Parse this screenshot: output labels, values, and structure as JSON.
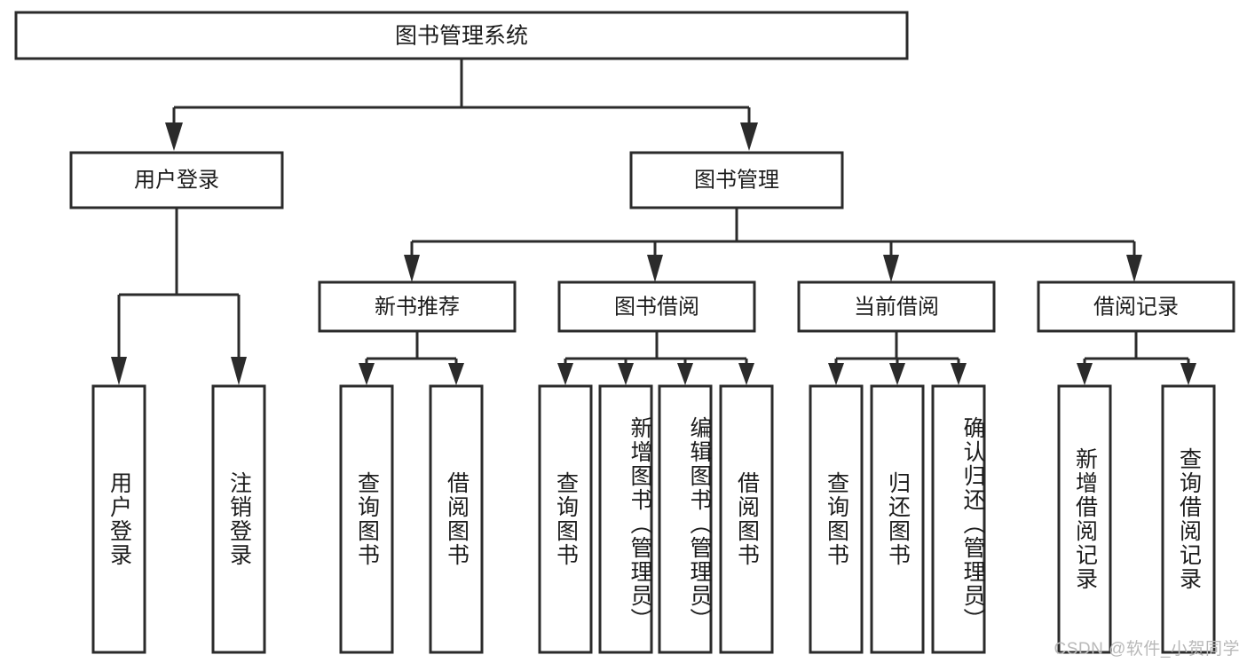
{
  "diagram": {
    "type": "tree",
    "title": "图书管理系统",
    "watermark": "CSDN @软件_小贺同学",
    "colors": {
      "stroke": "#2b2b2b",
      "fill": "#ffffff",
      "text": "#1c1c1c",
      "watermark": "#b9b9b9"
    },
    "root": {
      "label": "图书管理系统"
    },
    "level2": [
      {
        "label": "用户登录"
      },
      {
        "label": "图书管理"
      }
    ],
    "level3": [
      {
        "label": "新书推荐"
      },
      {
        "label": "图书借阅"
      },
      {
        "label": "当前借阅"
      },
      {
        "label": "借阅记录"
      }
    ],
    "leaves": [
      {
        "label": "用户登录",
        "parent": "用户登录"
      },
      {
        "label": "注销登录",
        "parent": "用户登录"
      },
      {
        "label": "查询图书",
        "parent": "新书推荐"
      },
      {
        "label": "借阅图书",
        "parent": "新书推荐"
      },
      {
        "label": "查询图书",
        "parent": "图书借阅"
      },
      {
        "label": "新增图书（管理员）",
        "parent": "图书借阅"
      },
      {
        "label": "编辑图书（管理员）",
        "parent": "图书借阅"
      },
      {
        "label": "借阅图书",
        "parent": "图书借阅"
      },
      {
        "label": "查询图书",
        "parent": "当前借阅"
      },
      {
        "label": "归还图书",
        "parent": "当前借阅"
      },
      {
        "label": "确认归还（管理员）",
        "parent": "当前借阅"
      },
      {
        "label": "新增借阅记录",
        "parent": "借阅记录"
      },
      {
        "label": "查询借阅记录",
        "parent": "借阅记录"
      }
    ]
  }
}
